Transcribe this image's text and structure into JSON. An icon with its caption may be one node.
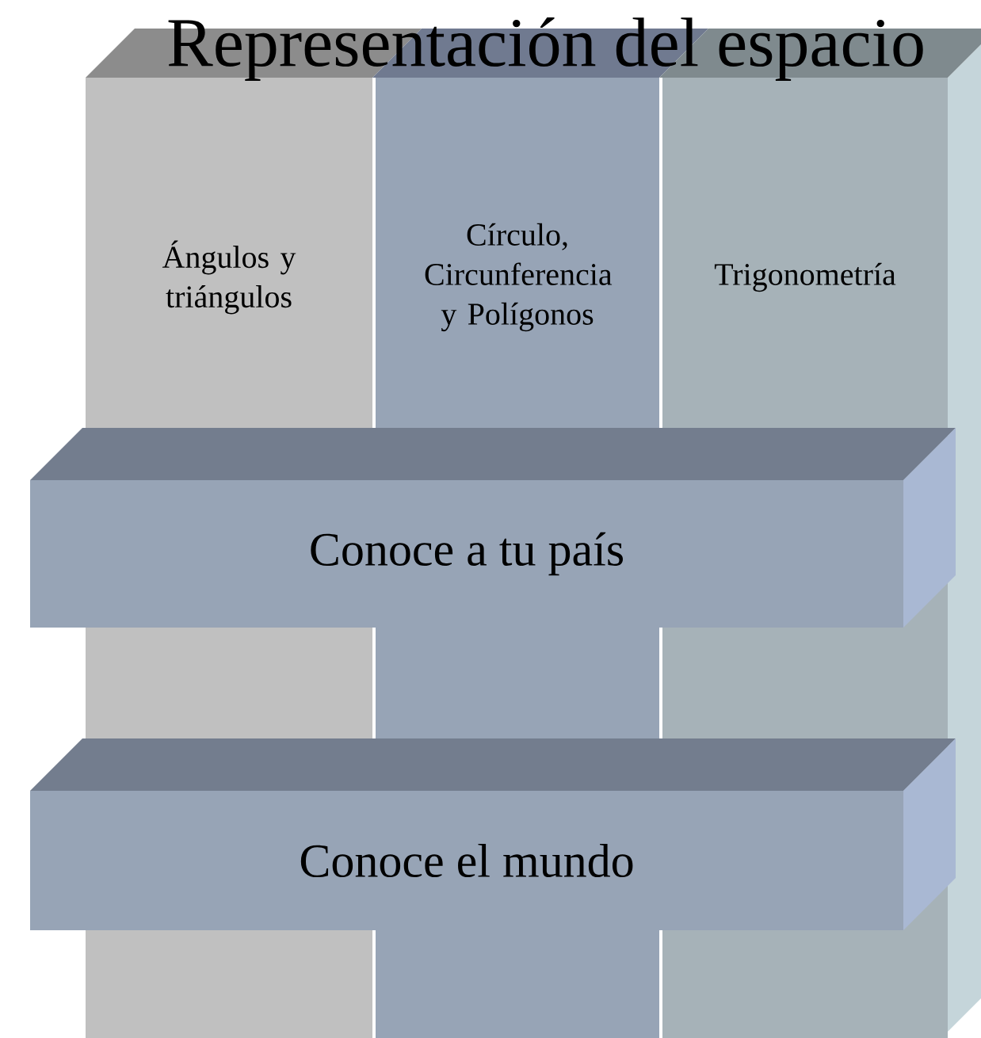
{
  "diagram": {
    "nodes": [
      {
        "text": [
          "Representación del espacio"
        ]
      },
      {
        "text": [
          "Ángulos y triángulos"
        ]
      },
      {
        "text": [
          "Círculo, Circunferencia y Polígonos"
        ]
      },
      {
        "text": [
          "Trigonometría"
        ]
      },
      {
        "text": [
          "Conoce a tu país"
        ]
      },
      {
        "text": [
          "Conoce el mundo"
        ]
      }
    ]
  }
}
